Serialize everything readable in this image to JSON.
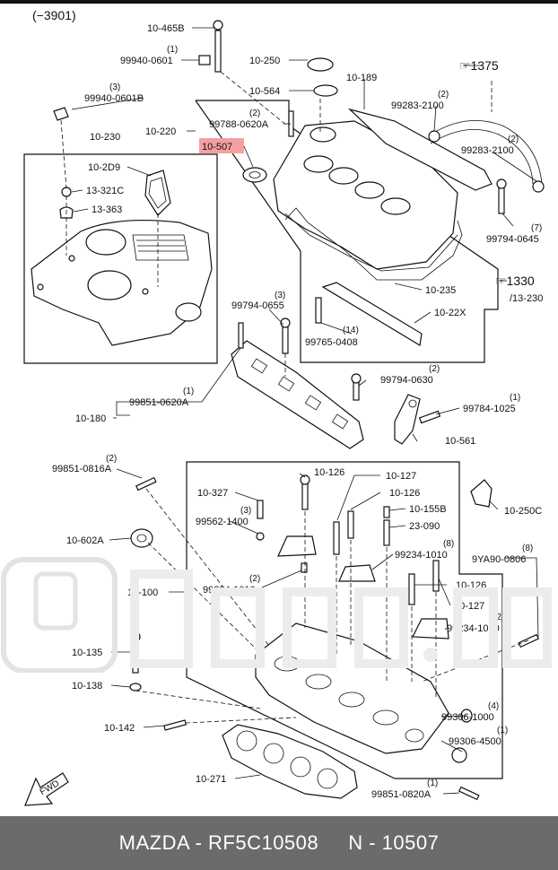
{
  "diagram": {
    "header_code": "(−3901)",
    "labels": {
      "p10_465B": "10-465B",
      "p99940_0601_q": "(1)",
      "p99940_0601": "99940-0601",
      "p10_250": "10-250",
      "p10_564": "10-564",
      "p10_189": "10-189",
      "ref1375": "☞1375",
      "p99940_0601B_q": "(3)",
      "p99940_0601B": "99940-0601B",
      "p99283_2100a_q": "(2)",
      "p99283_2100a": "99283-2100",
      "p10_220": "10-220",
      "p99788_0620A_q": "(2)",
      "p99788_0620A": "99788-0620A",
      "p10_230": "10-230",
      "p10_507": "10-507",
      "p99283_2100b_q": "(2)",
      "p99283_2100b": "99283-2100",
      "p10_2D9": "10-2D9",
      "p13_321C": "13-321C",
      "p13_363": "13-363",
      "p99794_0645_q": "(7)",
      "p99794_0645": "99794-0645",
      "ref1330": "☞1330",
      "ref13_230": "/13-230",
      "p10_235": "10-235",
      "p10_22X": "10-22X",
      "p99765_0408_q": "(14)",
      "p99765_0408": "99765-0408",
      "p99794_0655_q": "(3)",
      "p99794_0655": "99794-0655",
      "p99794_0630_q": "(2)",
      "p99794_0630": "99794-0630",
      "p99851_0620A_q": "(1)",
      "p99851_0620A": "99851-0620A",
      "p10_180": "10-180",
      "p99784_1025_q": "(1)",
      "p99784_1025": "99784-1025",
      "p10_561": "10-561",
      "p99851_0816A_q": "(2)",
      "p99851_0816A": "99851-0816A",
      "p10_126a": "10-126",
      "p10_127a": "10-127",
      "p10_126b": "10-126",
      "p10_327": "10-327",
      "p10_155B": "10-155B",
      "p10_250C": "10-250C",
      "p99562_1400_q": "(3)",
      "p99562_1400": "99562-1400",
      "p23_090": "23-090",
      "p10_602A": "10-602A",
      "p99234_1010a_q": "(2)",
      "p99234_1010a": "99234-1010",
      "p99234_1010b_q": "(8)",
      "p99234_1010b": "99234-1010",
      "p9YA90_0806_q": "(8)",
      "p9YA90_0806": "9YA90-0806",
      "p10_100": "10-100",
      "p10_126c": "10-126",
      "p10_127b": "10-127",
      "p99234_1010c_q": "(2)",
      "p99234_1010c": "99234-1010",
      "p10_135": "10-135",
      "p10_138": "10-138",
      "p99306_1000_q": "(4)",
      "p99306_1000": "99306-1000",
      "p10_142": "10-142",
      "p99306_4500_q": "(1)",
      "p99306_4500": "99306-4500",
      "p10_271": "10-271",
      "p99851_0820A_q": "(1)",
      "p99851_0820A": "99851-0820A",
      "fwd": "FWD"
    },
    "highlight_color": "#f5a0a0"
  },
  "footer": {
    "text": "MAZDA - RF5C10508     N - 10507"
  }
}
